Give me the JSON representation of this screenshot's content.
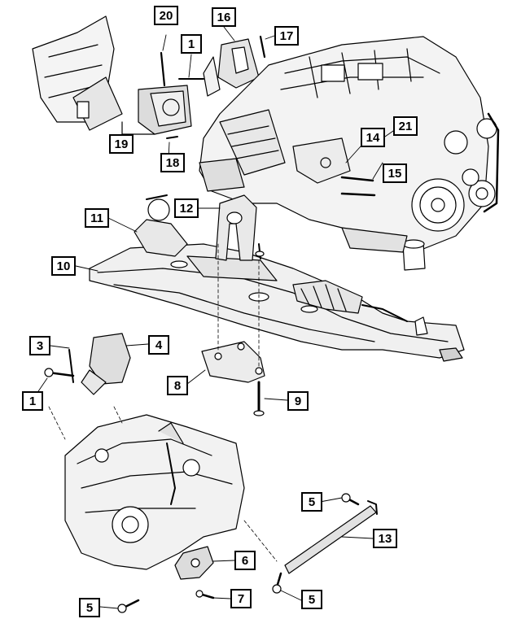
{
  "callouts": [
    {
      "id": "c20",
      "text": "20"
    },
    {
      "id": "c16",
      "text": "16"
    },
    {
      "id": "c1a",
      "text": "1"
    },
    {
      "id": "c17",
      "text": "17"
    },
    {
      "id": "c19",
      "text": "19"
    },
    {
      "id": "c18",
      "text": "18"
    },
    {
      "id": "c21",
      "text": "21"
    },
    {
      "id": "c14",
      "text": "14"
    },
    {
      "id": "c15",
      "text": "15"
    },
    {
      "id": "c12",
      "text": "12"
    },
    {
      "id": "c11",
      "text": "11"
    },
    {
      "id": "c10",
      "text": "10"
    },
    {
      "id": "c3",
      "text": "3"
    },
    {
      "id": "c4",
      "text": "4"
    },
    {
      "id": "c1b",
      "text": "1"
    },
    {
      "id": "c8",
      "text": "8"
    },
    {
      "id": "c9",
      "text": "9"
    },
    {
      "id": "c5a",
      "text": "5"
    },
    {
      "id": "c13",
      "text": "13"
    },
    {
      "id": "c6",
      "text": "6"
    },
    {
      "id": "c7",
      "text": "7"
    },
    {
      "id": "c5b",
      "text": "5"
    },
    {
      "id": "c5c",
      "text": "5"
    }
  ]
}
